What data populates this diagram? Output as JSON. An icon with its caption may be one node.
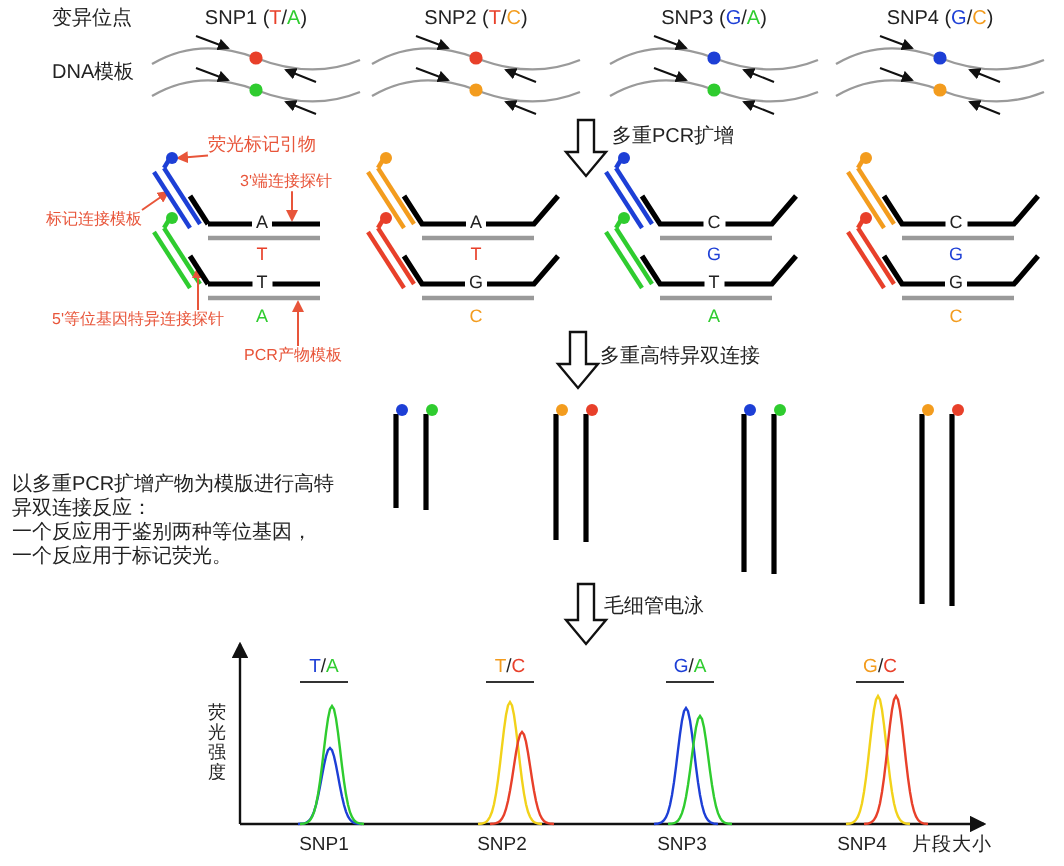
{
  "diagram": {
    "nodes": [
      {
        "text": [
          "荧光标记引物"
        ]
      },
      {
        "text": [
          "3'端连接探针"
        ]
      },
      {
        "text": [
          "标记连接模板"
        ]
      },
      {
        "text": [
          "5'等位基因特异连接探针"
        ]
      },
      {
        "text": [
          "PCR产物模板"
        ]
      },
      {
        "text": [],
        "shape": "bar"
      },
      {
        "text": [],
        "shape": "bar"
      },
      {
        "text": [],
        "shape": "bar"
      },
      {
        "text": [],
        "shape": "bar"
      },
      {
        "text": [],
        "shape": "bar"
      }
    ],
    "edges": [
      {
        "from": 0,
        "to": 5,
        "arrow": "to"
      },
      {
        "from": 1,
        "to": 7,
        "arrow": "to"
      },
      {
        "from": 2,
        "to": 6,
        "arrow": "to"
      },
      {
        "from": 3,
        "to": 8,
        "arrow": "to"
      },
      {
        "from": 4,
        "to": 9,
        "arrow": "to"
      }
    ],
    "labels": [
      "变异位点",
      "SNP1 (T/A)",
      "SNP2 (T/C)",
      "SNP3 (G/A)",
      "SNP4 (G/C)",
      "DNA模板",
      "多重PCR扩增",
      "A",
      "T",
      "T",
      "A",
      "A",
      "T",
      "G",
      "C",
      "C",
      "G",
      "T",
      "A",
      "C",
      "G",
      "G",
      "C",
      "多重高特异双连接",
      "以多重PCR扩增产物为模版进行高特异双连接反应：",
      "一个反应用于鉴别两种等位基因，",
      "一个反应用于标记荧光。",
      "毛细管电泳",
      "T/A",
      "T/C",
      "G/A",
      "G/C",
      "荧光强度",
      "SNP1",
      "SNP2",
      "SNP3",
      "SNP4",
      "片段大小"
    ]
  }
}
